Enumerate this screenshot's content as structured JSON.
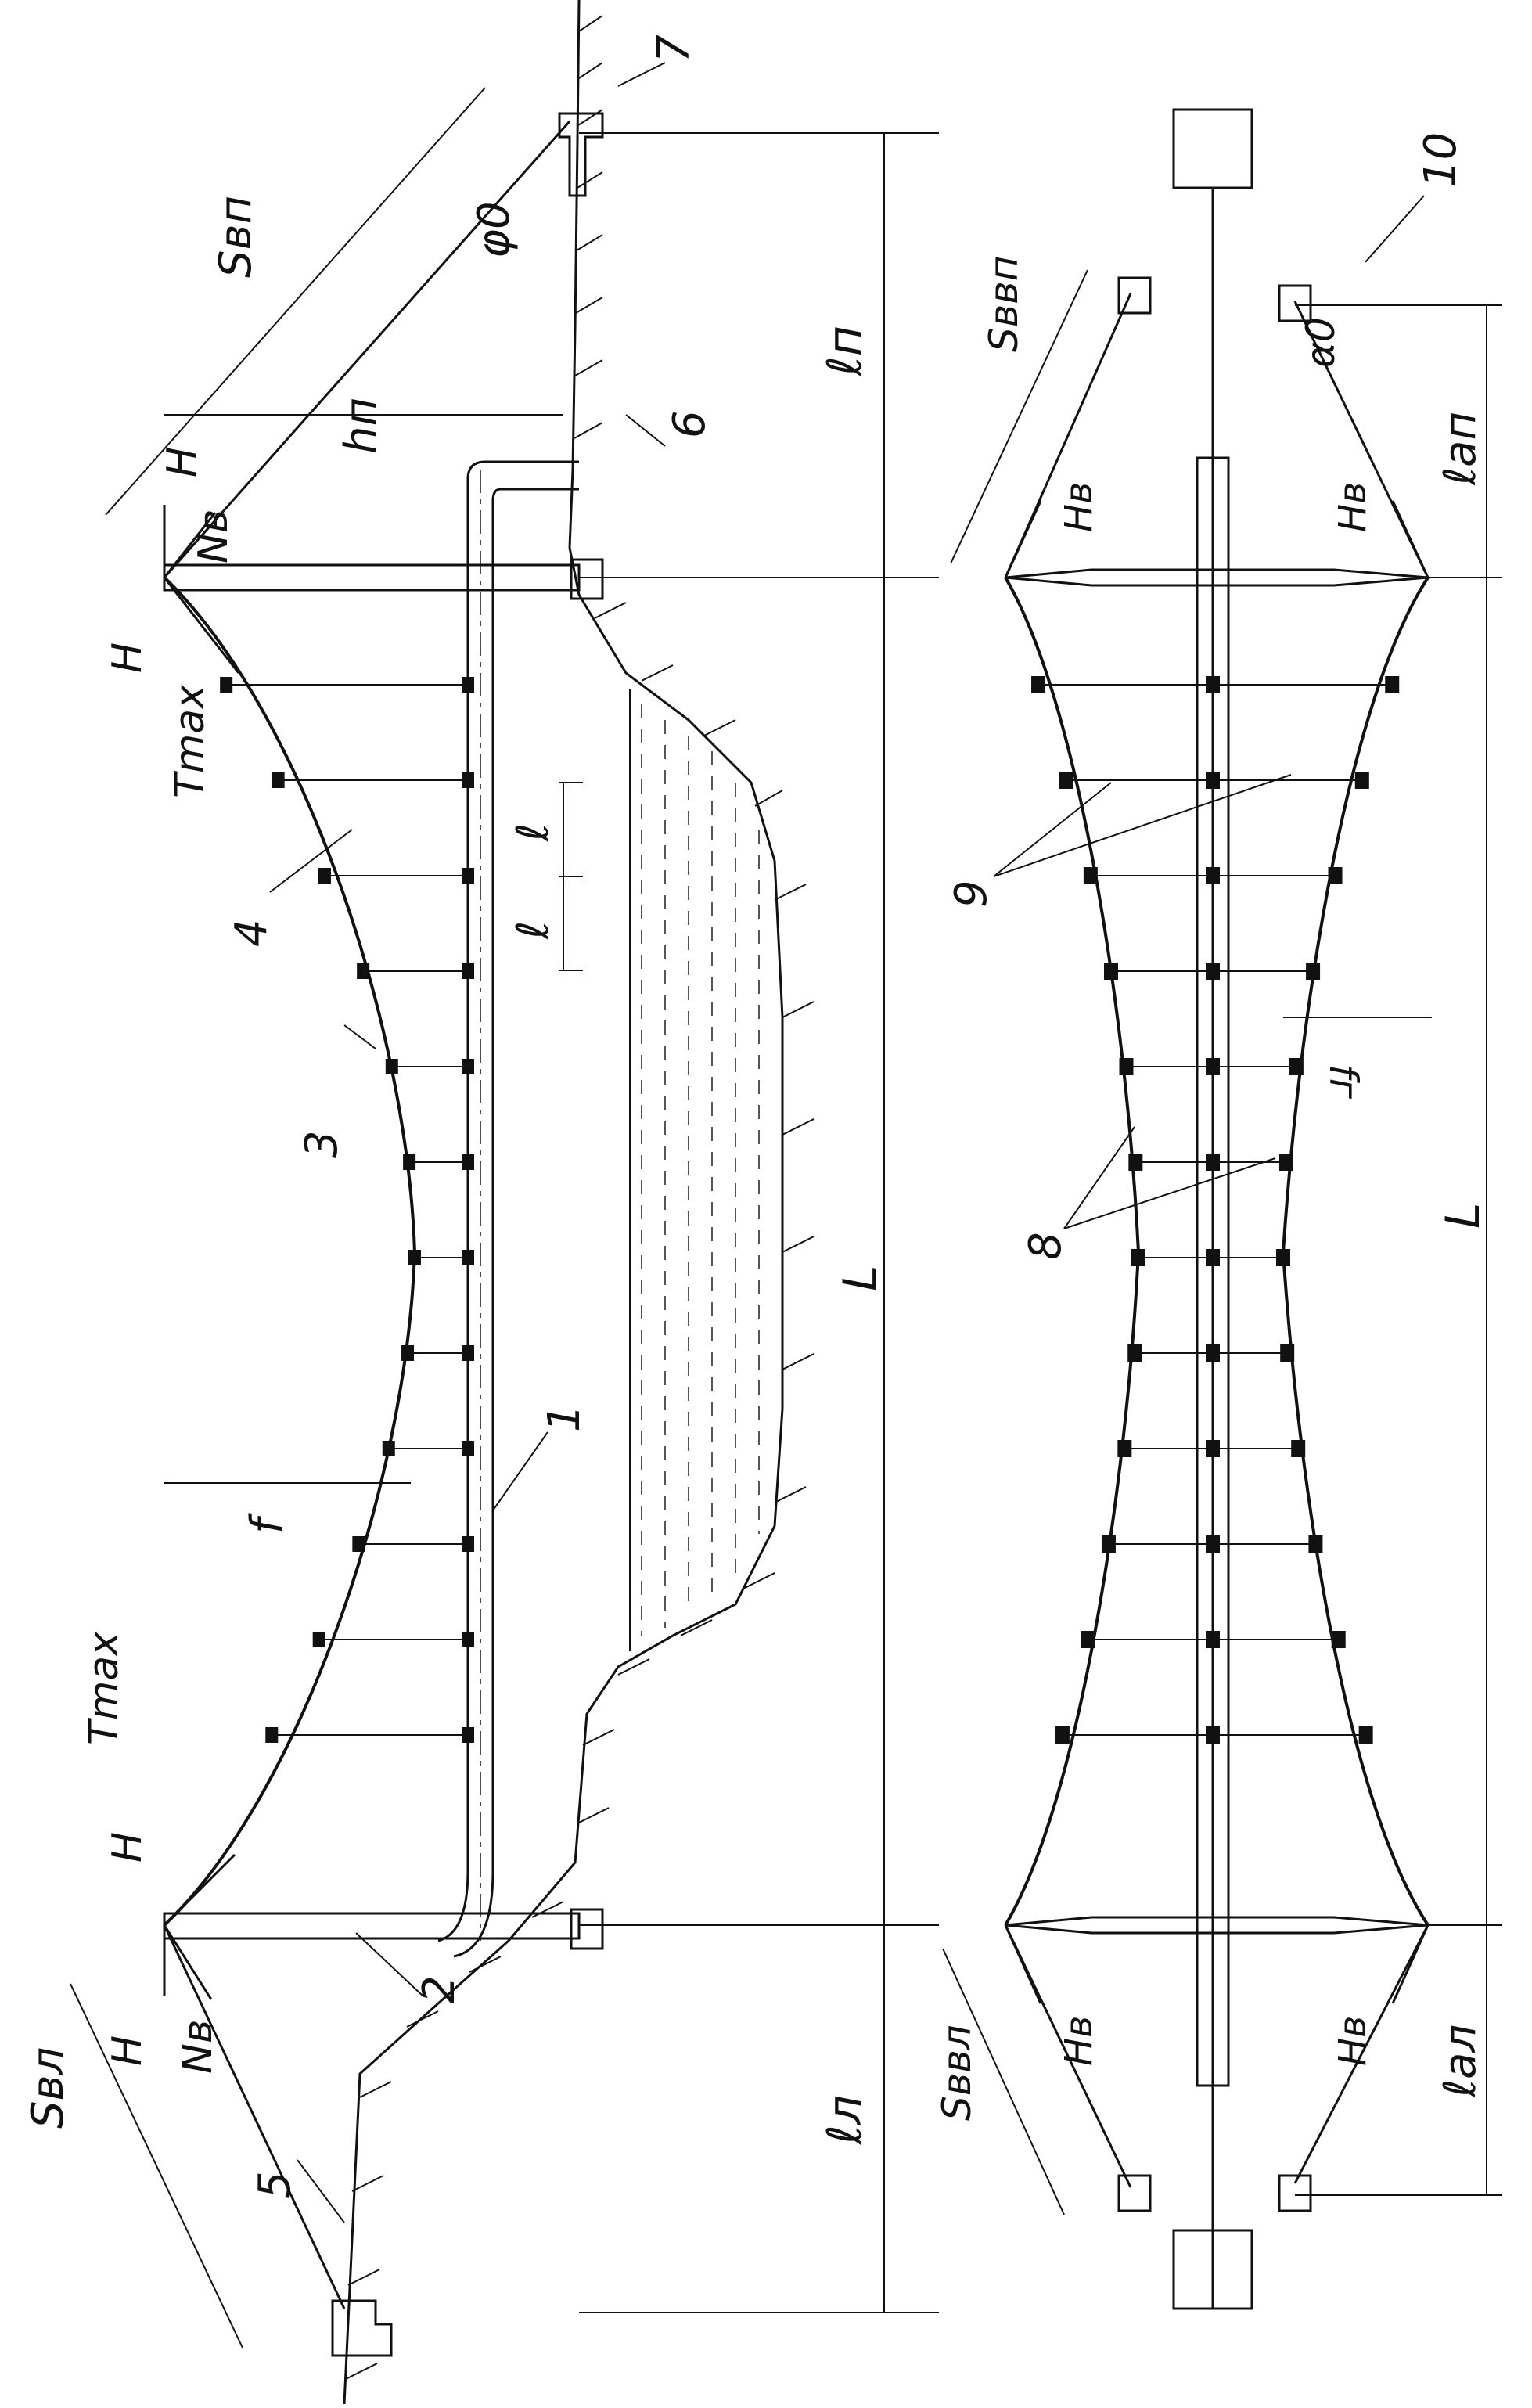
{
  "colors": {
    "ink": "#111111",
    "paper": "#ffffff",
    "water": "#555555"
  },
  "side_view": {
    "labels": {
      "s_vp": "Sвп",
      "h_p": "hп",
      "phi0": "φ0",
      "l_p": "ℓп",
      "L": "L",
      "l_l": "ℓл",
      "s_vl": "Sвл",
      "f": "f",
      "l_small": "ℓ",
      "T_max": "Tmax",
      "H": "H",
      "N_v": "Nв"
    },
    "callouts": [
      "1",
      "2",
      "3",
      "4",
      "5",
      "6",
      "7"
    ]
  },
  "plan_view": {
    "labels": {
      "s_vvp": "Sввп",
      "s_vvl": "Sввл",
      "alpha0": "α0",
      "l_ap": "ℓап",
      "l_al": "ℓал",
      "L": "L",
      "f_g": "fг",
      "H_v": "Hв"
    },
    "callouts": [
      "8",
      "9",
      "10"
    ]
  }
}
